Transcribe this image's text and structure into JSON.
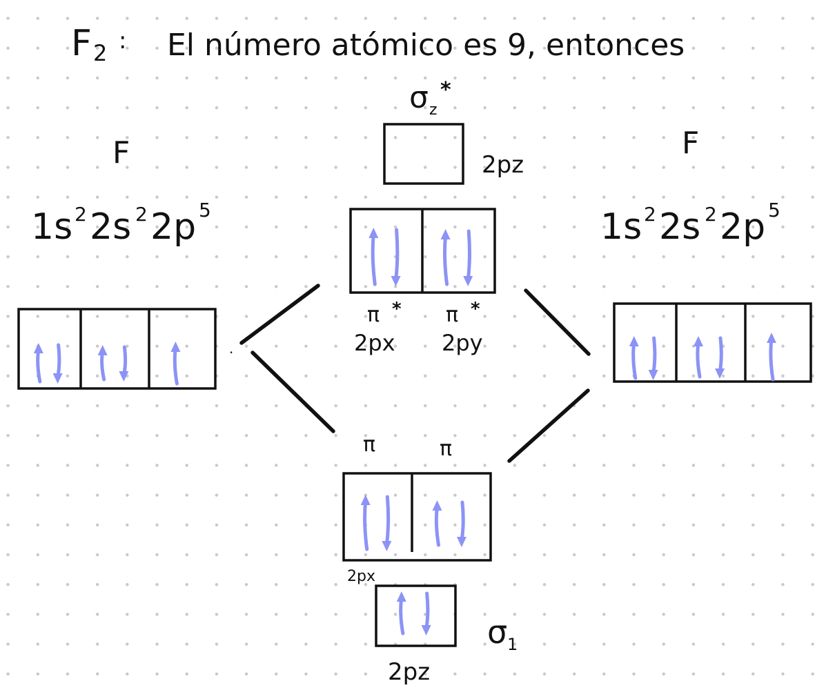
{
  "title": {
    "mol": "F",
    "mol_sub": "2",
    "colon": ":",
    "text": "El número atómico es 9, entonces"
  },
  "left_atom": {
    "symbol": "F",
    "config": [
      {
        "base": "1s",
        "exp": "2"
      },
      {
        "base": "2s",
        "exp": "2"
      },
      {
        "base": "2p",
        "exp": "5"
      }
    ],
    "orbitals": [
      "up-down",
      "up-down",
      "up"
    ]
  },
  "right_atom": {
    "symbol": "F",
    "config": [
      {
        "base": "1s",
        "exp": "2"
      },
      {
        "base": "2s",
        "exp": "2"
      },
      {
        "base": "2p",
        "exp": "5"
      }
    ],
    "orbitals": [
      "up-down",
      "up-down",
      "up"
    ]
  },
  "molecular_orbitals": {
    "sigma_star": {
      "symbol": "σ",
      "sub": "z",
      "star": "*",
      "label": "2pz",
      "electrons": ""
    },
    "pi_star": {
      "cells": [
        {
          "symbol": "π",
          "star": "*",
          "label": "2px",
          "electrons": "up-down"
        },
        {
          "symbol": "π",
          "star": "*",
          "label": "2py",
          "electrons": "up-down"
        }
      ]
    },
    "pi": {
      "cells": [
        {
          "symbol": "π",
          "electrons": "up-down"
        },
        {
          "symbol": "π",
          "electrons": "up-down"
        }
      ],
      "label": "2px"
    },
    "sigma": {
      "symbol": "σ",
      "sub": "1",
      "label": "2pz",
      "electrons": "up-down"
    }
  },
  "colors": {
    "electron_arrow": "#8c93f5",
    "ink": "#111111",
    "grid_dot": "#c9c9c9"
  },
  "stray_mark": "."
}
